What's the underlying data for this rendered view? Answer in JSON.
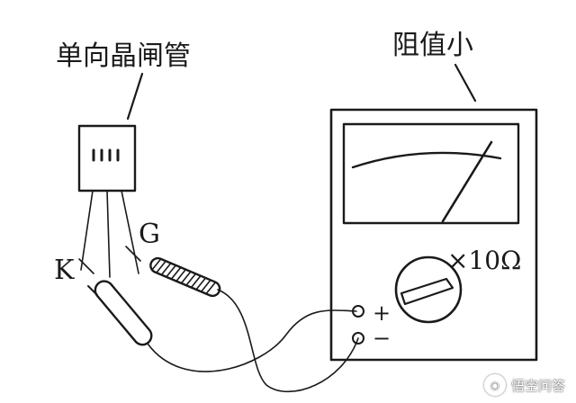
{
  "labels": {
    "scr_title": "单向晶闸管",
    "meter_title": "阻值小",
    "pin_k": "K",
    "pin_g": "G",
    "range": "×10Ω",
    "plus": "+",
    "minus": "−"
  },
  "watermark": {
    "text": "悟空问答",
    "icon": "owl-logo-icon"
  }
}
